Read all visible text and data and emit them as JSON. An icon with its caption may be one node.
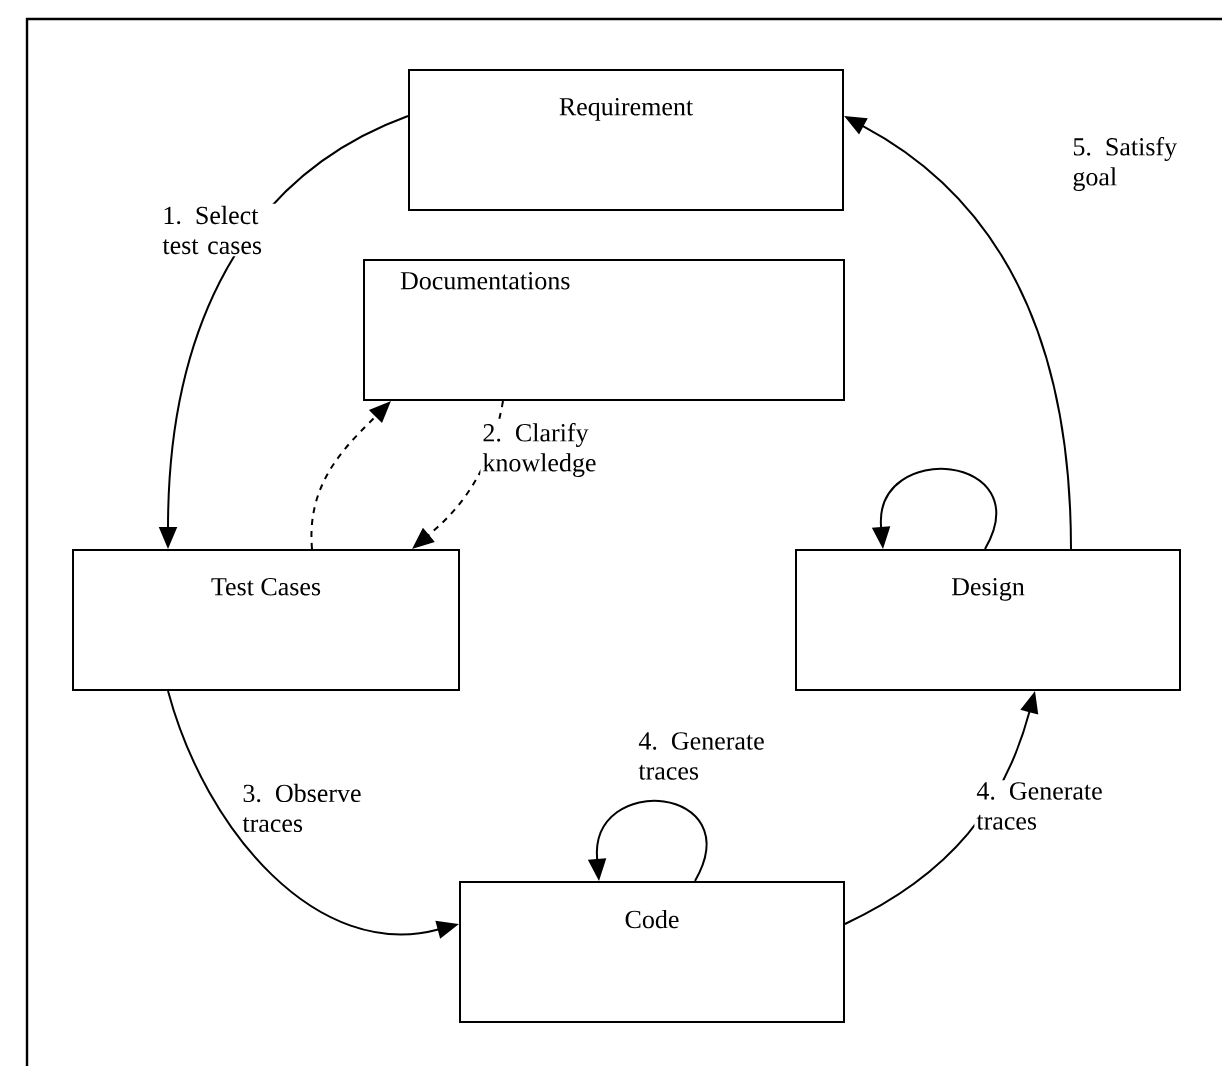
{
  "diagram": {
    "nodes": [
      {
        "text": [
          "Requirement"
        ]
      },
      {
        "text": [
          "Documentations"
        ]
      },
      {
        "text": [
          "Test Cases"
        ]
      },
      {
        "text": [
          "Design"
        ]
      },
      {
        "text": [
          "Code"
        ]
      }
    ],
    "edges": [
      {
        "from": 0,
        "to": 2,
        "arrow": "to",
        "label": "1. Select test cases"
      },
      {
        "from": 2,
        "to": 1,
        "arrow": "to",
        "style": "dashed"
      },
      {
        "from": 1,
        "to": 2,
        "arrow": "to",
        "style": "dashed",
        "label": "2. Clarify knowledge"
      },
      {
        "from": 2,
        "to": 4,
        "arrow": "to",
        "label": "3. Observe traces"
      },
      {
        "from": 4,
        "to": 4,
        "arrow": "to",
        "label": "4. Generate traces"
      },
      {
        "from": 4,
        "to": 3,
        "arrow": "to",
        "label": "4. Generate traces"
      },
      {
        "from": 3,
        "to": 3,
        "arrow": "to"
      },
      {
        "from": 3,
        "to": 0,
        "arrow": "to",
        "label": "5. Satisfy goal"
      }
    ]
  }
}
